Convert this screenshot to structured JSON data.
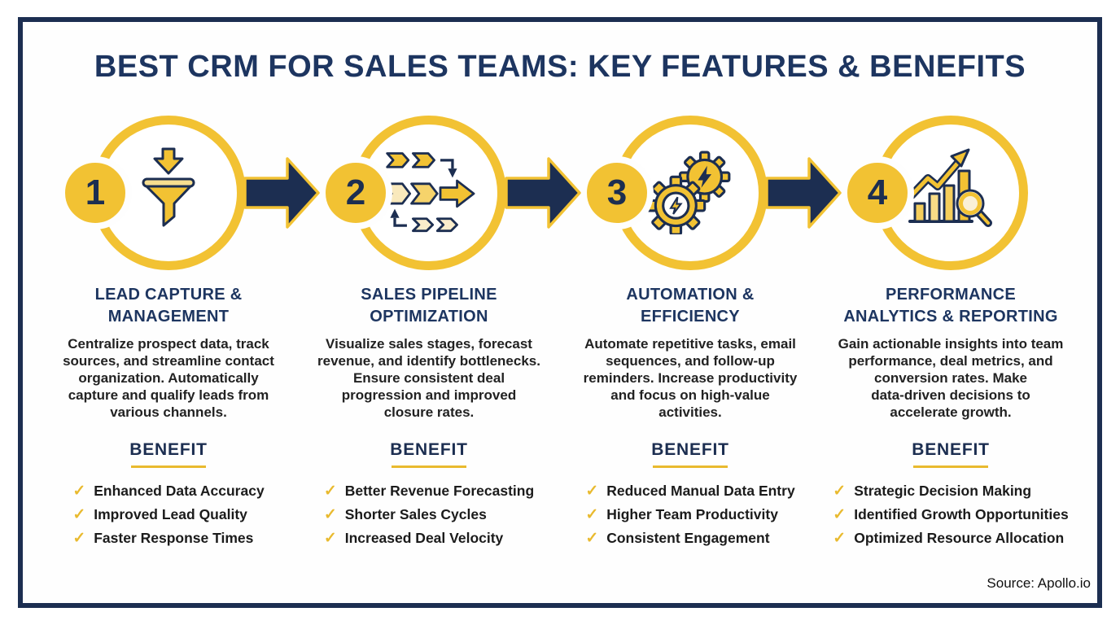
{
  "title": "BEST CRM FOR SALES TEAMS: KEY FEATURES & BENEFITS",
  "benefit_heading": "BENEFIT",
  "checkmark": "✓",
  "source": "Source: Apollo.io",
  "colors": {
    "navy": "#1C2E51",
    "title_navy": "#1D3560",
    "yellow": "#F2C233",
    "underline_yellow": "#E9BA2F",
    "body_text": "#222222"
  },
  "steps": [
    {
      "number": "1",
      "icon": "funnel-icon",
      "title": "LEAD CAPTURE &\nMANAGEMENT",
      "description": "Centralize prospect data, track\nsources, and streamline contact\norganization. Automatically\ncapture and qualify leads from\nvarious channels.",
      "benefits": [
        "Enhanced Data Accuracy",
        "Improved Lead Quality",
        "Faster Response Times"
      ]
    },
    {
      "number": "2",
      "icon": "pipeline-icon",
      "title": "SALES PIPELINE\nOPTIMIZATION",
      "description": "Visualize sales stages, forecast\nrevenue, and identify bottlenecks.\nEnsure consistent deal\nprogression and improved\nclosure rates.",
      "benefits": [
        "Better Revenue Forecasting",
        "Shorter Sales Cycles",
        "Increased Deal Velocity"
      ]
    },
    {
      "number": "3",
      "icon": "gears-icon",
      "title": "AUTOMATION &\nEFFICIENCY",
      "description": "Automate repetitive tasks, email\nsequences, and follow-up\nreminders. Increase productivity\nand focus on high-value\nactivities.",
      "benefits": [
        "Reduced Manual Data Entry",
        "Higher Team Productivity",
        "Consistent Engagement"
      ]
    },
    {
      "number": "4",
      "icon": "analytics-icon",
      "title": "PERFORMANCE\nANALYTICS & REPORTING",
      "description": "Gain actionable insights into team\nperformance, deal metrics, and\nconversion rates. Make\ndata-driven decisions to\naccelerate growth.",
      "benefits": [
        "Strategic Decision Making",
        "Identified Growth Opportunities",
        "Optimized Resource Allocation"
      ]
    }
  ]
}
